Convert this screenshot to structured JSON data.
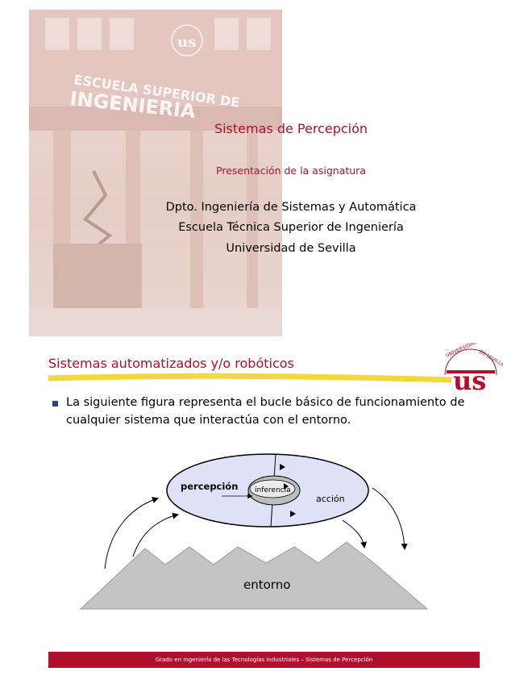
{
  "slide1": {
    "title": "Sistemas de Percepción",
    "subtitle": "Presentación de la asignatura",
    "lines": [
      "Dpto. Ingeniería de Sistemas y Automática",
      "Escuela Técnica Superior de Ingeniería",
      "Universidad de Sevilla"
    ],
    "building_sign": [
      "ESCUELA SUPERIOR DE",
      "INGENIERIA"
    ]
  },
  "slide2": {
    "title": "Sistemas automatizados y/o robóticos",
    "bullet": "La siguiente figura representa el bucle básico de funcionamiento de cualquier sistema que interactúa con el entorno.",
    "diagram": {
      "perception": "percepción",
      "inference": "inferencia",
      "action": "acción",
      "environment": "entorno"
    },
    "footer": "Grado en Ingeniería de las Tecnologías Industriales – Sistemas de Percepción"
  },
  "colors": {
    "accent": "#b0102c",
    "bullet": "#2b3f9e",
    "ellipse": "#dfe1f7",
    "mountains": "#c4c4c4"
  }
}
